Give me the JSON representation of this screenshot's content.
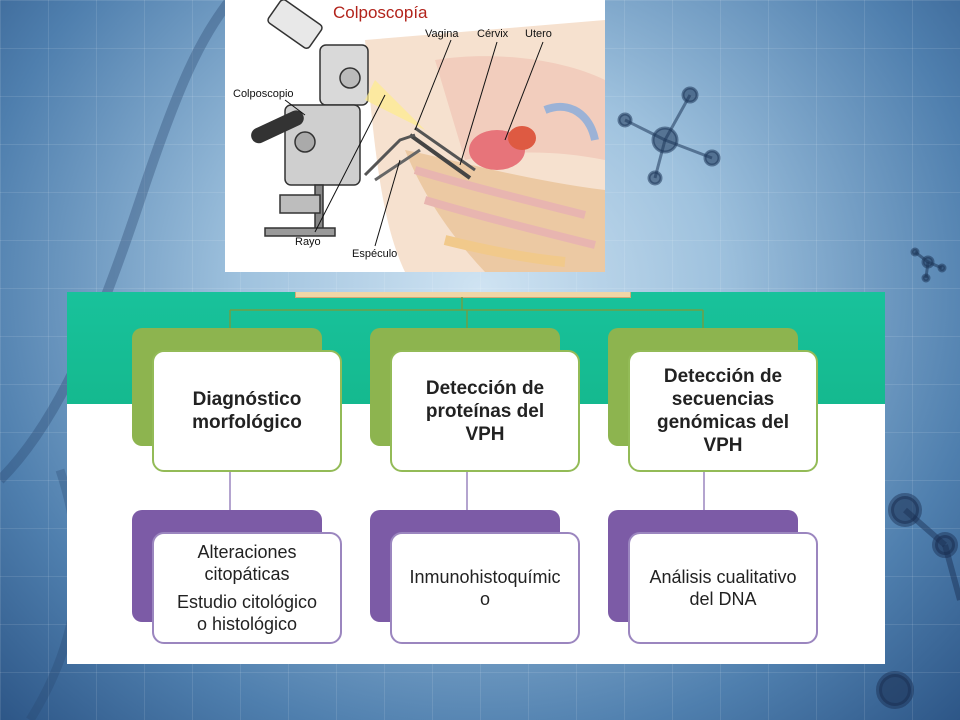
{
  "illustration": {
    "title": "Colposcopía",
    "labels": {
      "colposcope": "Colposcopio",
      "vagina": "Vagina",
      "cervix": "Cérvix",
      "uterus": "Utero",
      "ray": "Rayo",
      "speculum": "Espéculo"
    }
  },
  "diagram": {
    "methods": [
      {
        "title": "Diagnóstico morfológico",
        "lines": [
          "Diagnóstico",
          "morfológico"
        ],
        "detail_lines": [
          "Alteraciones",
          "citopáticas",
          "Estudio citológico",
          "o histológico"
        ]
      },
      {
        "title": "Detección de proteínas del VPH",
        "lines": [
          "Detección de",
          "proteínas del",
          "VPH"
        ],
        "detail_lines": [
          "Inmunohistoquímic",
          "o"
        ]
      },
      {
        "title": "Detección de secuencias genómicas del VPH",
        "lines": [
          "Detección de",
          "secuencias",
          "genómicas del",
          "VPH"
        ],
        "detail_lines": [
          "Análisis cualitativo",
          "del DNA"
        ]
      }
    ]
  },
  "colors": {
    "band": "#18c29b",
    "green": "#8db44f",
    "purple": "#7c5ba6",
    "title_red": "#b2231b"
  }
}
